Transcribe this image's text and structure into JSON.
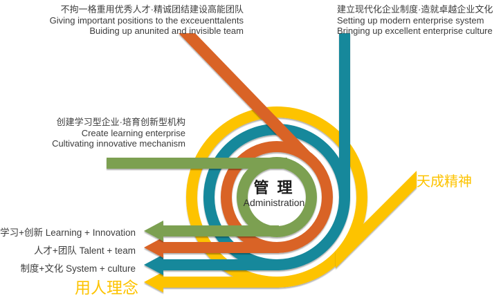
{
  "colors": {
    "green": "#7BA051",
    "orange": "#D96428",
    "teal": "#13889B",
    "yellow": "#FDC300",
    "text_dark": "#3C3C3C"
  },
  "center": {
    "title_zh": "管 理",
    "title_en": "Administration"
  },
  "blocks": {
    "top_left": {
      "lines": [
        "不拘一格重用优秀人才·精诚团结建设高能团队",
        "Giving important positions to the exceuenttalents",
        "Buiding up anunited and invisible team"
      ]
    },
    "top_right": {
      "lines": [
        "建立现代化企业制度·造就卓越企业文化",
        "Setting up modern enterprise system",
        "Bringing up excellent enterprise culture"
      ]
    },
    "mid_left": {
      "lines": [
        "创建学习型企业·培育创新型机构",
        "Create learning enterprise",
        "Cultivating innovative mechanism"
      ]
    },
    "right_callout": "天成精神",
    "bottom_callout": "用人理念"
  },
  "arrow_labels": {
    "green": "学习+创新 Learning + Innovation",
    "orange": "人才+团队 Talent + team",
    "teal": "制度+文化 System + culture"
  }
}
